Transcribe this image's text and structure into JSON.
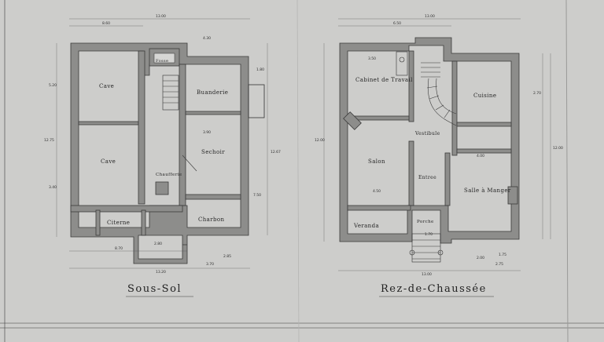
{
  "plans": {
    "basement": {
      "title": "Sous-Sol",
      "rooms": {
        "cave1": "Cave",
        "cave2": "Cave",
        "fosse": "Fosse",
        "buanderie": "Buanderie",
        "sechoir": "Sechoir",
        "chaufferie": "Chaufferie",
        "citerne": "Citerne",
        "charbon": "Charbon"
      },
      "dims": {
        "top_overall": "13.00",
        "top_left": "8.60",
        "bottom_overall": "13.20",
        "bottom_a": "3.70",
        "bottom_b": "2.85",
        "bottom_c": "8.70",
        "right_total": "12.67",
        "left_total": "12.75",
        "d1": "5.20",
        "d2": "1.80",
        "d3": "3.40",
        "d4": "2.80",
        "d5": "3.90",
        "d6": "7.50",
        "d7": "4.30"
      }
    },
    "ground": {
      "title": "Rez-de-Chaussée",
      "rooms": {
        "cabinet": "Cabinet de Travail",
        "cuisine": "Cuisine",
        "vestibule": "Vestibule",
        "salon": "Salon",
        "entree": "Entree",
        "salle": "Salle à Manger",
        "veranda": "Veranda",
        "porche": "Porche"
      },
      "dims": {
        "top_overall": "13.00",
        "top_left": "6.50",
        "bottom_overall": "13.00",
        "salon": "4.50",
        "salle_a": "2.00",
        "salle_b": "1.75",
        "salle_c": "2.75",
        "left_total": "12.00",
        "right_total": "12.00",
        "d1": "3.50",
        "d2": "4.00",
        "d3": "2.70",
        "d4": "1.70"
      }
    }
  }
}
